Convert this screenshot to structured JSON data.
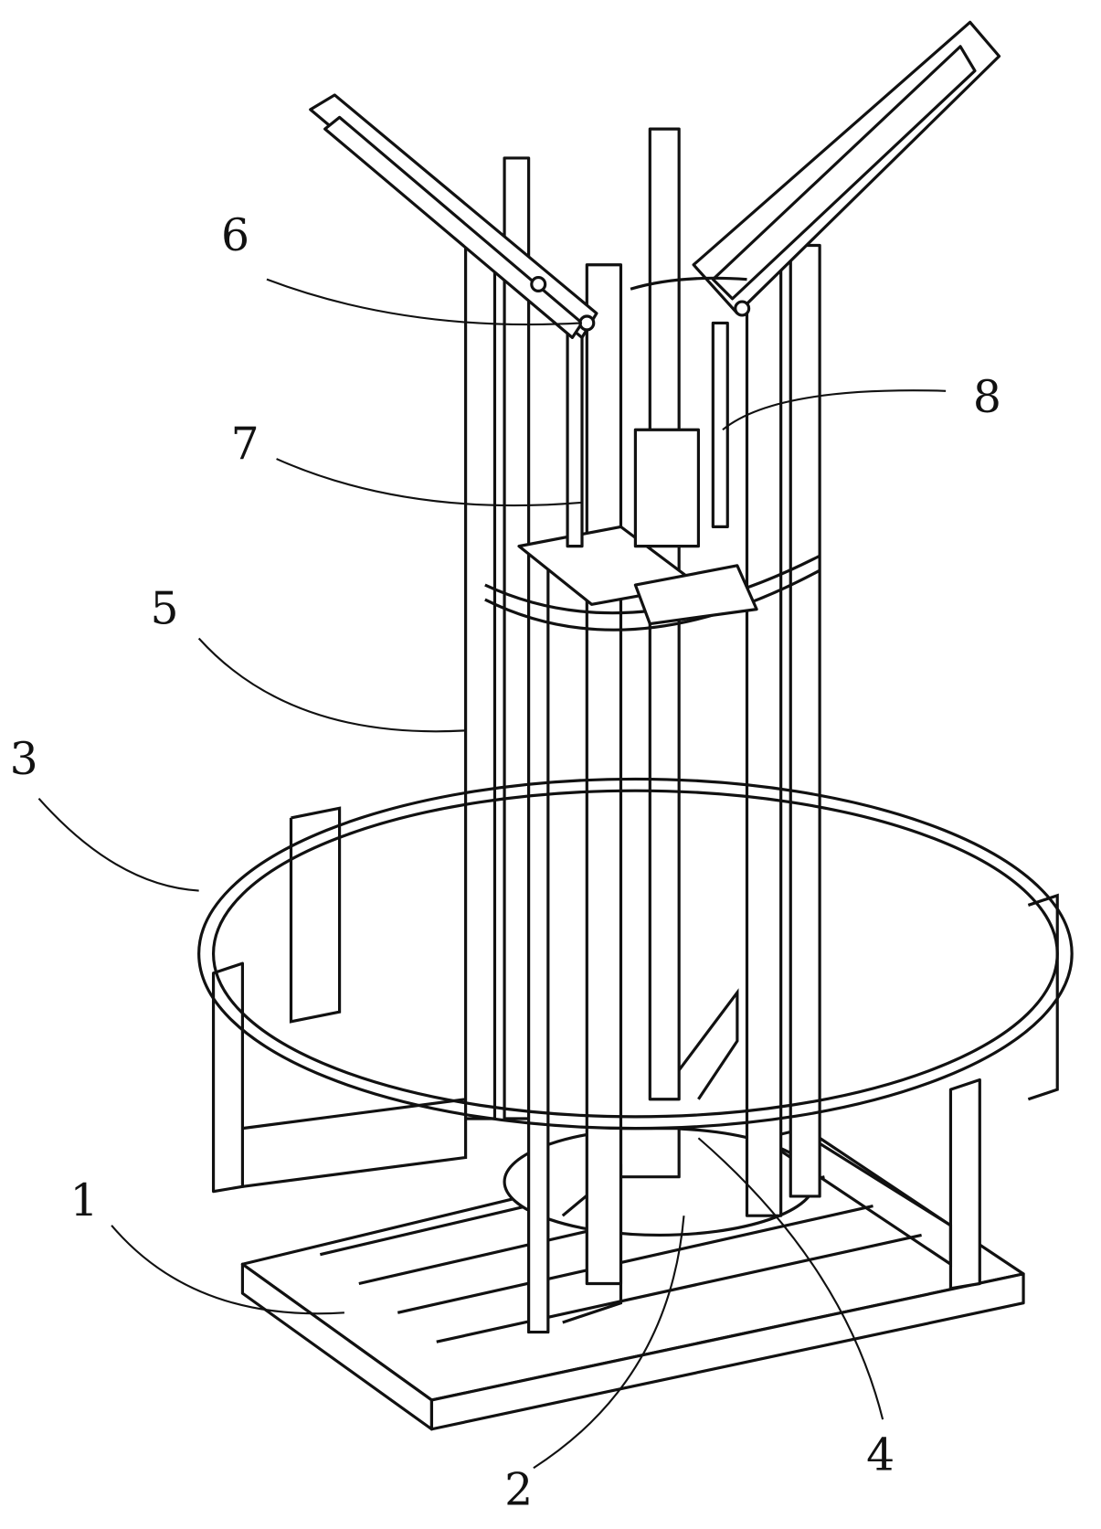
{
  "figure": {
    "labels": {
      "base": "1",
      "turntable": "2",
      "ring": "3",
      "hub": "4",
      "frame": "5",
      "hinge": "6",
      "slider": "7",
      "rod": "8"
    }
  }
}
